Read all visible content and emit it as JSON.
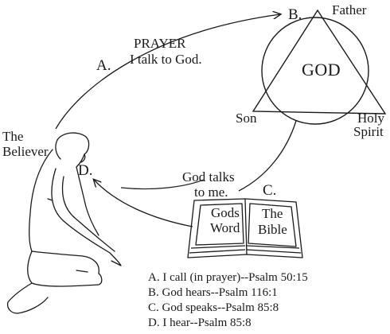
{
  "labels": {
    "prayer": "PRAYER",
    "prayer_sub": "I talk to God.",
    "step_a": "A.",
    "step_b": "B.",
    "step_c": "C.",
    "step_d": "D.",
    "god": "GOD",
    "father": "Father",
    "son": "Son",
    "holy": "Holy",
    "spirit": "Spirit",
    "believer_1": "The",
    "believer_2": "Believer",
    "god_talks_1": "God talks",
    "god_talks_2": "to me.",
    "book_left_1": "Gods",
    "book_left_2": "Word",
    "book_right_1": "The",
    "book_right_2": "Bible"
  },
  "legend": [
    "A.  I call (in prayer)--Psalm 50:15",
    "B.  God hears--Psalm 116:1",
    "C.   God speaks--Psalm 85:8",
    "D.   I hear--Psalm 85:8"
  ]
}
